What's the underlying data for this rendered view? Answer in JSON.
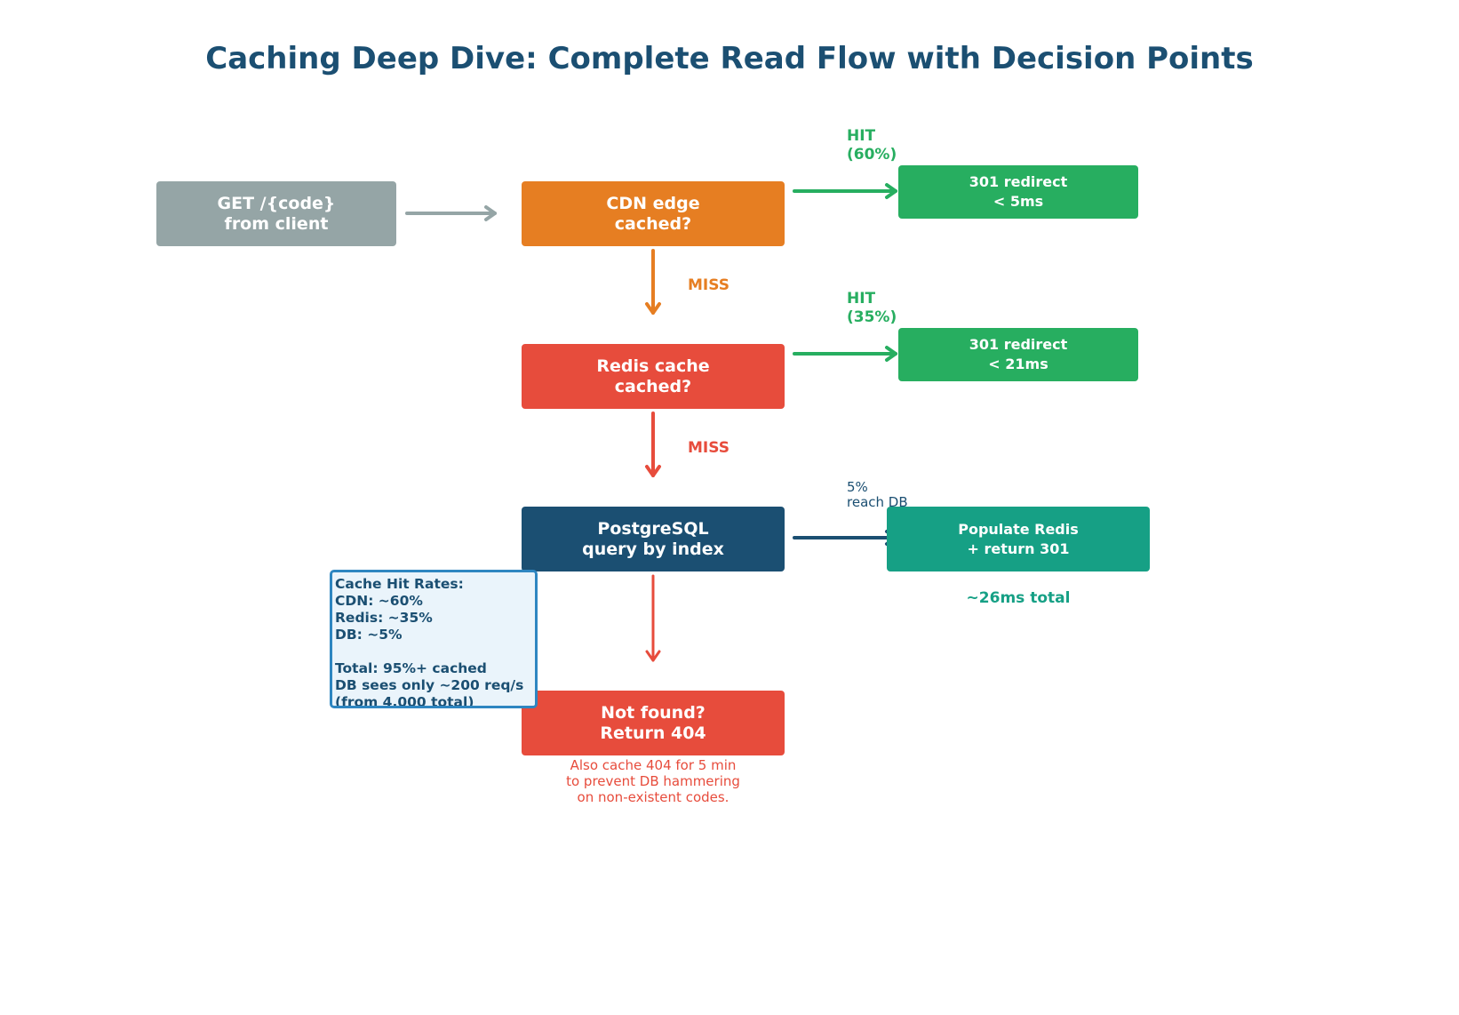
{
  "title": "Caching Deep Dive: Complete Read Flow with Decision Points",
  "colors": {
    "title": "#1b4f72",
    "client": "#95a5a6",
    "cdn": "#e67e22",
    "redis": "#e74c3c",
    "postgres": "#1b4f72",
    "hit": "#27ae60",
    "populate": "#16a085",
    "stats_border": "#2e86c1",
    "stats_bg": "#eaf4fb"
  },
  "nodes": {
    "client": "GET /{code}\nfrom client",
    "cdn": "CDN edge\ncached?",
    "redis": "Redis cache\ncached?",
    "postgres": "PostgreSQL\nquery by index",
    "notfound": "Not found?\nReturn 404",
    "cdn_hit": "301 redirect\n< 5ms",
    "redis_hit": "301 redirect\n< 21ms",
    "populate": "Populate Redis\n+ return 301"
  },
  "labels": {
    "cdn_hit": "HIT\n(60%)",
    "redis_hit": "HIT\n(35%)",
    "cdn_miss": "MISS",
    "redis_miss": "MISS",
    "db_reach": "5%\nreach DB",
    "populate_total": "~26ms total",
    "notfound_note": "Also cache 404 for 5 min\nto prevent DB hammering\non non-existent codes."
  },
  "stats_box": "Cache Hit Rates:\nCDN: ~60%\nRedis: ~35%\nDB: ~5%\n\nTotal: 95%+ cached\nDB sees only ~200 req/s\n(from 4,000 total)"
}
